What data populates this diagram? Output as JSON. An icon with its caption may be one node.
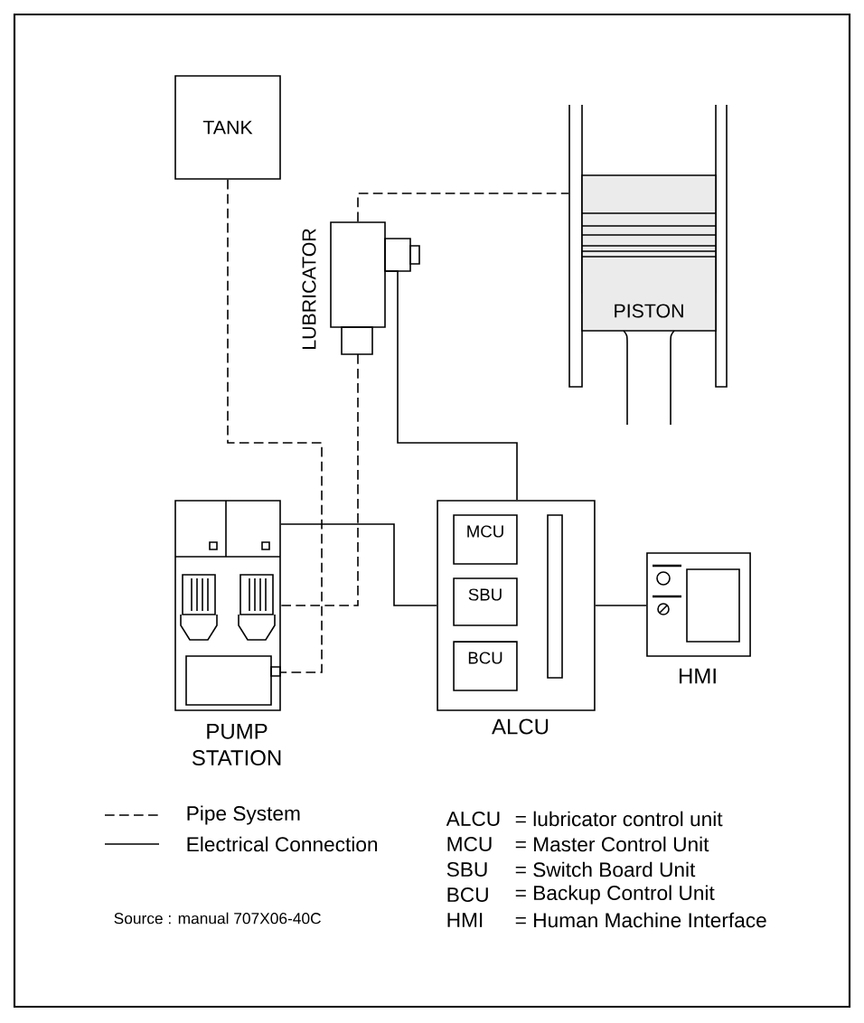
{
  "diagram": {
    "nodes": [
      {
        "text": [
          "TANK"
        ]
      },
      {
        "text": [
          "LUBRICATOR"
        ]
      },
      {
        "text": [
          "PISTON"
        ]
      },
      {
        "text": [
          "PUMP STATION"
        ]
      },
      {
        "text": [
          "ALCU"
        ]
      },
      {
        "text": [
          "MCU"
        ],
        "in": 4
      },
      {
        "text": [
          "SBU"
        ],
        "in": 4
      },
      {
        "text": [
          "BCU"
        ],
        "in": 4
      },
      {
        "text": [
          "HMI"
        ]
      }
    ],
    "edges": [
      {
        "from": 0,
        "to": 3,
        "arrow": "none",
        "style": "dashed"
      },
      {
        "from": 1,
        "to": 3,
        "arrow": "none",
        "style": "dashed"
      },
      {
        "from": 1,
        "to": 2,
        "arrow": "none",
        "style": "dashed"
      },
      {
        "from": 1,
        "to": 4,
        "arrow": "none"
      },
      {
        "from": 3,
        "to": 4,
        "arrow": "none"
      },
      {
        "from": 4,
        "to": 8,
        "arrow": "none"
      }
    ],
    "labels": [
      "ALCU",
      "= lubricator control unit",
      "MCU",
      "= Master Control Unit",
      "SBU",
      "= Switch Board Unit",
      "BCU",
      "= Backup Control Unit",
      "Source : manual 707X06-40C",
      "HMI",
      "= Human Machine Interface"
    ],
    "legend": [
      {
        "text": "Pipe System"
      },
      {
        "text": "Electrical Connection"
      }
    ]
  }
}
